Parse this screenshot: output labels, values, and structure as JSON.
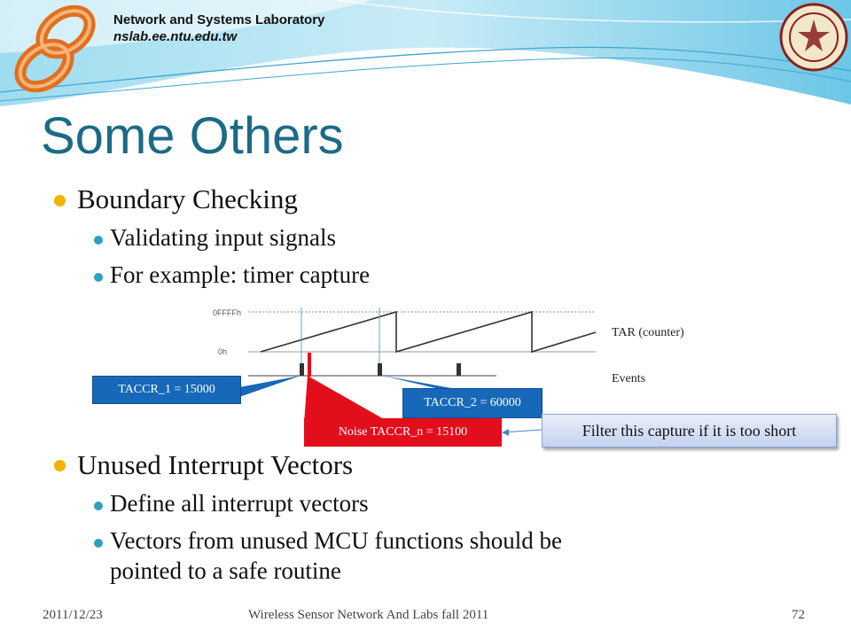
{
  "header": {
    "lab_name": "Network and Systems Laboratory",
    "lab_url": "nslab.ee.ntu.edu.tw"
  },
  "slide": {
    "title": "Some Others",
    "bullets": {
      "b1": "Boundary Checking",
      "b1_1": "Validating input signals",
      "b1_2": "For example: timer capture",
      "b2": "Unused Interrupt Vectors",
      "b2_1": "Define all interrupt vectors",
      "b2_2_line1": "Vectors from unused MCU functions should be",
      "b2_2_line2": "pointed to a safe routine"
    }
  },
  "diagram": {
    "y_tick_top": "0FFFFh",
    "y_tick_bottom": "0h",
    "label_counter": "TAR (counter)",
    "label_events": "Events",
    "callout_1": "TACCR_1 = 15000",
    "callout_2": "TACCR_2 = 60000",
    "callout_noise": "Noise TACCR_n = 15100",
    "filter_note": "Filter this capture if it is too short"
  },
  "colors": {
    "title": "#1b6b86",
    "callout_blue": "#1768b8",
    "callout_red": "#e30e1c",
    "bullet_l1": "#f0b400",
    "bullet_l2": "#2f9fc6"
  },
  "footer": {
    "date": "2011/12/23",
    "course": "Wireless Sensor Network And Labs fall 2011",
    "page": "72"
  }
}
